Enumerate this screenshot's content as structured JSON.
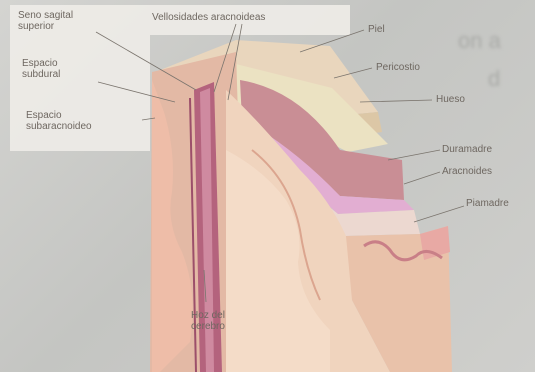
{
  "labels": {
    "seno_sagital": "Seno sagital superior",
    "espacio_subdural": "Espacio subdural",
    "espacio_subaracnoideo": "Espacio subaracnoideo",
    "vellosidades": "Vellosidades aracnoideas",
    "piel": "Piel",
    "pericostio": "Pericostio",
    "hueso": "Hueso",
    "duramadre": "Duramadre",
    "aracnoides": "Aracnoides",
    "piamadre": "Piamadre",
    "hoz_del_cerebro": "Hoz del cerebro"
  },
  "colors": {
    "background": "#c9c9c6",
    "label_box": "#eeece8",
    "skin": "#e9d6bd",
    "bone": "#ebe2c2",
    "dura": "#c98e95",
    "arachnoid": "#e2aed2",
    "pia": "#ecd8d0",
    "brain": "#f0d4be",
    "falx": "#b4637d"
  }
}
